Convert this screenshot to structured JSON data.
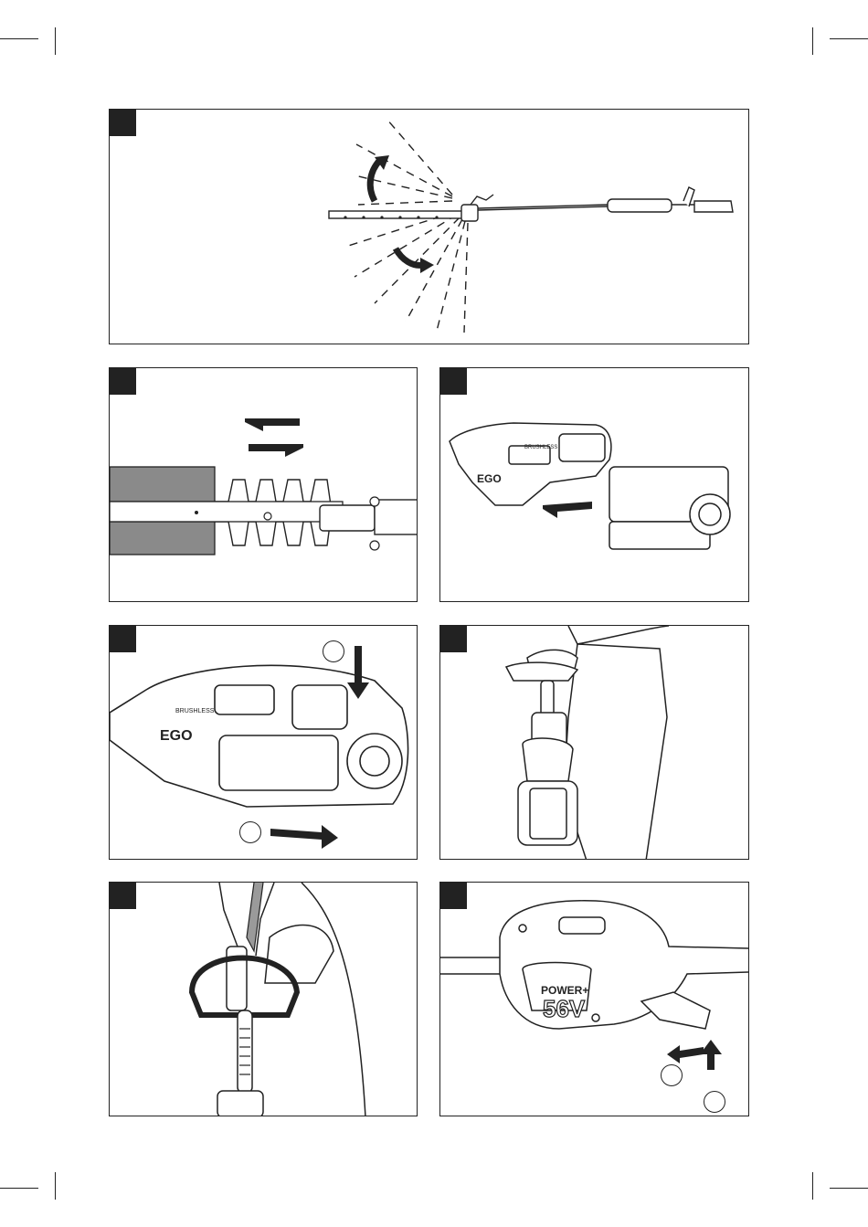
{
  "panels": [
    {
      "id": "overview",
      "label": ""
    },
    {
      "id": "blade",
      "label": ""
    },
    {
      "id": "battery-insert",
      "label": ""
    },
    {
      "id": "battery-remove",
      "label": ""
    },
    {
      "id": "carry",
      "label": ""
    },
    {
      "id": "shoulder-strap",
      "label": ""
    },
    {
      "id": "switch",
      "label": ""
    }
  ],
  "brand": {
    "logo_text": "EGO",
    "label_brushless": "BRUSHLESS",
    "power_badge": "POWER+",
    "voltage_badge": "56V"
  },
  "colors": {
    "ink": "#222222",
    "blade_cover": "#8a8a8a",
    "paper": "#ffffff"
  }
}
